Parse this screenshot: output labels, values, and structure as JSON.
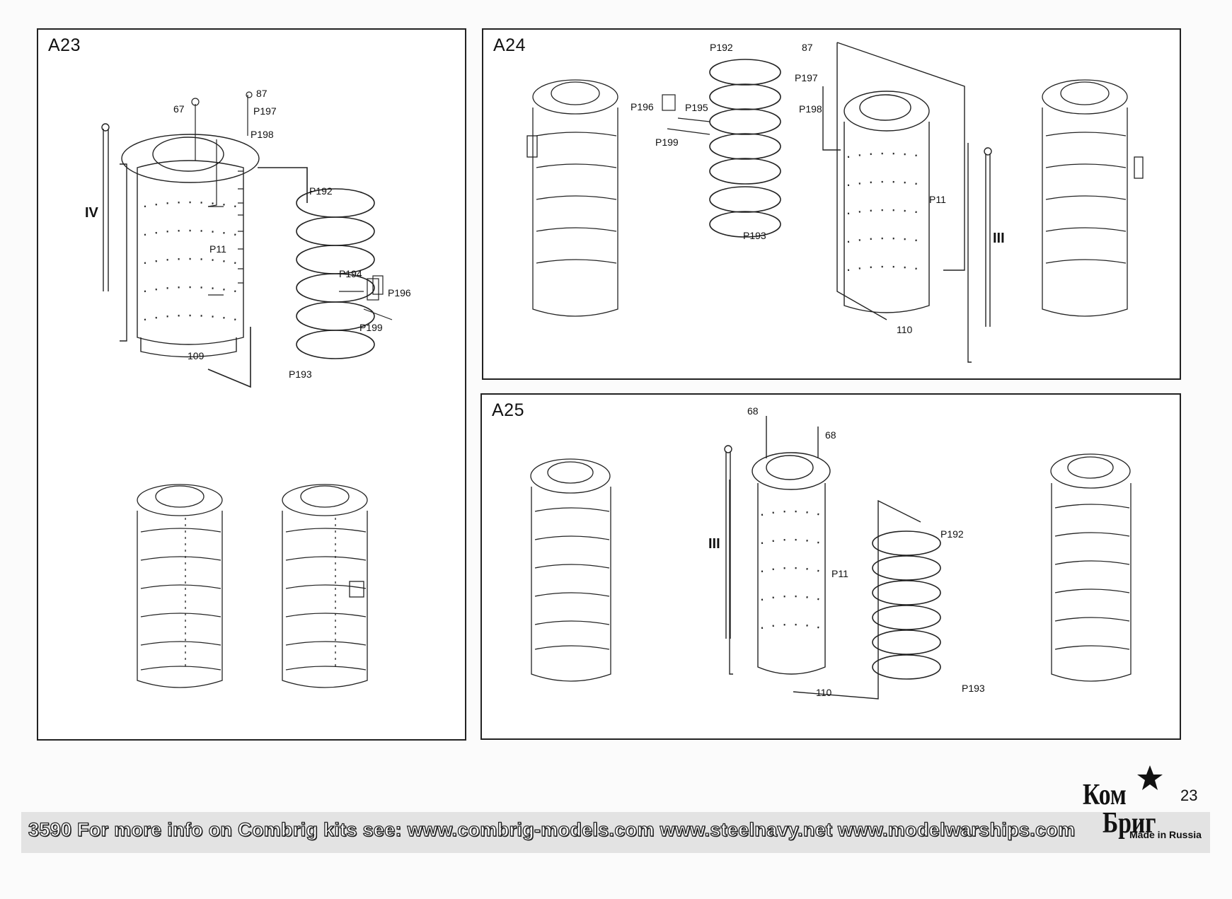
{
  "steps": [
    {
      "id": "A23",
      "title": "A23",
      "labels": {
        "p87": "87",
        "p67": "67",
        "p197": "P197",
        "p198": "P198",
        "p192": "P192",
        "p11": "P11",
        "p194": "P194",
        "p196": "P196",
        "p199": "P199",
        "p109": "109",
        "p193": "P193",
        "roman": "IV"
      }
    },
    {
      "id": "A24",
      "title": "A24",
      "labels": {
        "p192": "P192",
        "p87": "87",
        "p197": "P197",
        "p198": "P198",
        "p196": "P196",
        "p195": "P195",
        "p199": "P199",
        "p193": "P193",
        "p11": "P11",
        "roman": "III",
        "p110": "110"
      }
    },
    {
      "id": "A25",
      "title": "A25",
      "labels": {
        "p68a": "68",
        "p68b": "68",
        "roman": "III",
        "p11": "P11",
        "p192": "P192",
        "p193": "P193",
        "p110": "110"
      }
    }
  ],
  "footer": {
    "text": "3590  For more info on Combrig kits see: www.combrig-models.com www.steelnavy.net  www.modelwarships.com"
  },
  "brand": {
    "logo_top": "Ком",
    "logo_bottom": "Бриг",
    "made_in": "Made in Russia"
  },
  "page_number": "23"
}
